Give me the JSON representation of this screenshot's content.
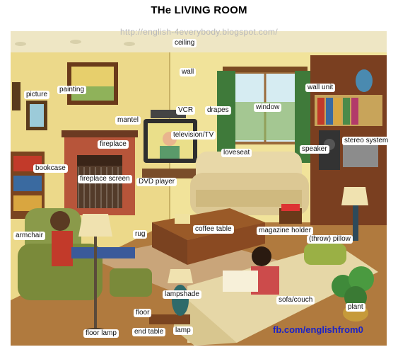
{
  "title": "THe LIVING ROOM",
  "watermark": "http://english-4everybody.blogspot.com/",
  "footer_link": "fb.com/englishfrom0",
  "labels": {
    "ceiling": "ceiling",
    "wall": "wall",
    "picture": "picture",
    "painting": "painting",
    "wall_unit": "wall unit",
    "mantel": "mantel",
    "vcr": "VCR",
    "drapes": "drapes",
    "window": "window",
    "television": "television/TV",
    "fireplace": "fireplace",
    "loveseat": "loveseat",
    "speaker": "speaker",
    "stereo_system": "stereo system",
    "bookcase": "bookcase",
    "fireplace_screen": "fireplace screen",
    "dvd_player": "DVD player",
    "armchair": "armchair",
    "rug": "rug",
    "coffee_table": "coffee table",
    "magazine_holder": "magazine holder",
    "throw_pillow": "(throw) pillow",
    "lampshade": "lampshade",
    "sofa_couch": "sofa/couch",
    "plant": "plant",
    "floor": "floor",
    "floor_lamp": "floor lamp",
    "end_table": "end table",
    "lamp": "lamp"
  }
}
